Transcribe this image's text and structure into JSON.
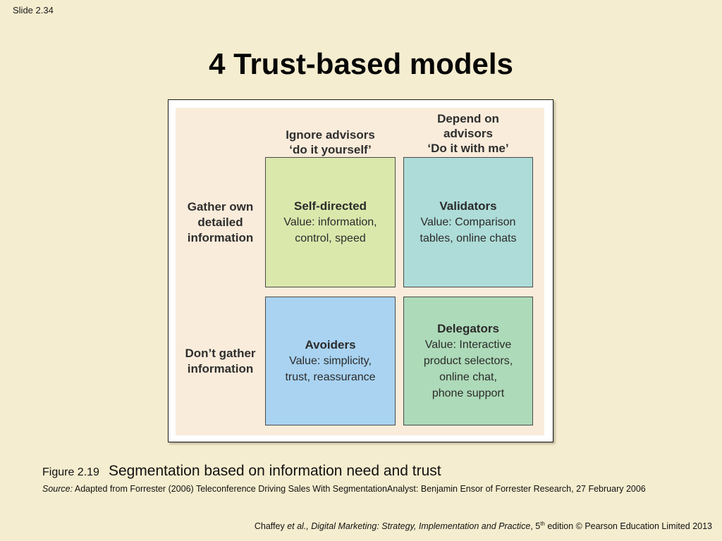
{
  "slide": {
    "number": "Slide 2.34",
    "title": "4 Trust-based models"
  },
  "figure": {
    "columns": [
      {
        "lines": [
          "Ignore advisors",
          "‘do it yourself’"
        ]
      },
      {
        "lines": [
          "Depend on",
          "advisors",
          "‘Do it with me’"
        ]
      }
    ],
    "rows": [
      {
        "lines": [
          "Gather own",
          "detailed",
          "information"
        ]
      },
      {
        "lines": [
          "Don’t gather",
          "information"
        ]
      }
    ],
    "quadrants": [
      {
        "title": "Self-directed",
        "lines": [
          "Value: information,",
          "control, speed"
        ]
      },
      {
        "title": "Validators",
        "lines": [
          "Value: Comparison",
          "tables, online chats"
        ]
      },
      {
        "title": "Avoiders",
        "lines": [
          "Value: simplicity,",
          "trust, reassurance"
        ]
      },
      {
        "title": "Delegators",
        "lines": [
          "Value: Interactive",
          "product selectors,",
          "online chat,",
          "phone support"
        ]
      }
    ]
  },
  "caption": {
    "label": "Figure 2.19",
    "title": "Segmentation based on information need and trust"
  },
  "source": {
    "label": "Source:",
    "text": " Adapted from Forrester (2006) Teleconference Driving Sales With SegmentationAnalyst: Benjamin Ensor of Forrester Research, 27 February 2006"
  },
  "footer": {
    "author": "Chaffey ",
    "book_italic": "et al., Digital Marketing: Strategy, Implementation and Practice",
    "edition_prefix": ", 5",
    "edition_sup": "th",
    "rest": " edition © Pearson Education Limited 2013"
  },
  "colors": {
    "slide_background": "#F5EDCF",
    "figure_panel_background": "#FAECDB",
    "self_directed_fill": "#DBE8AC",
    "validators_fill": "#AEDCD8",
    "avoiders_fill": "#A9D3F1",
    "delegators_fill": "#ADDAB8"
  }
}
